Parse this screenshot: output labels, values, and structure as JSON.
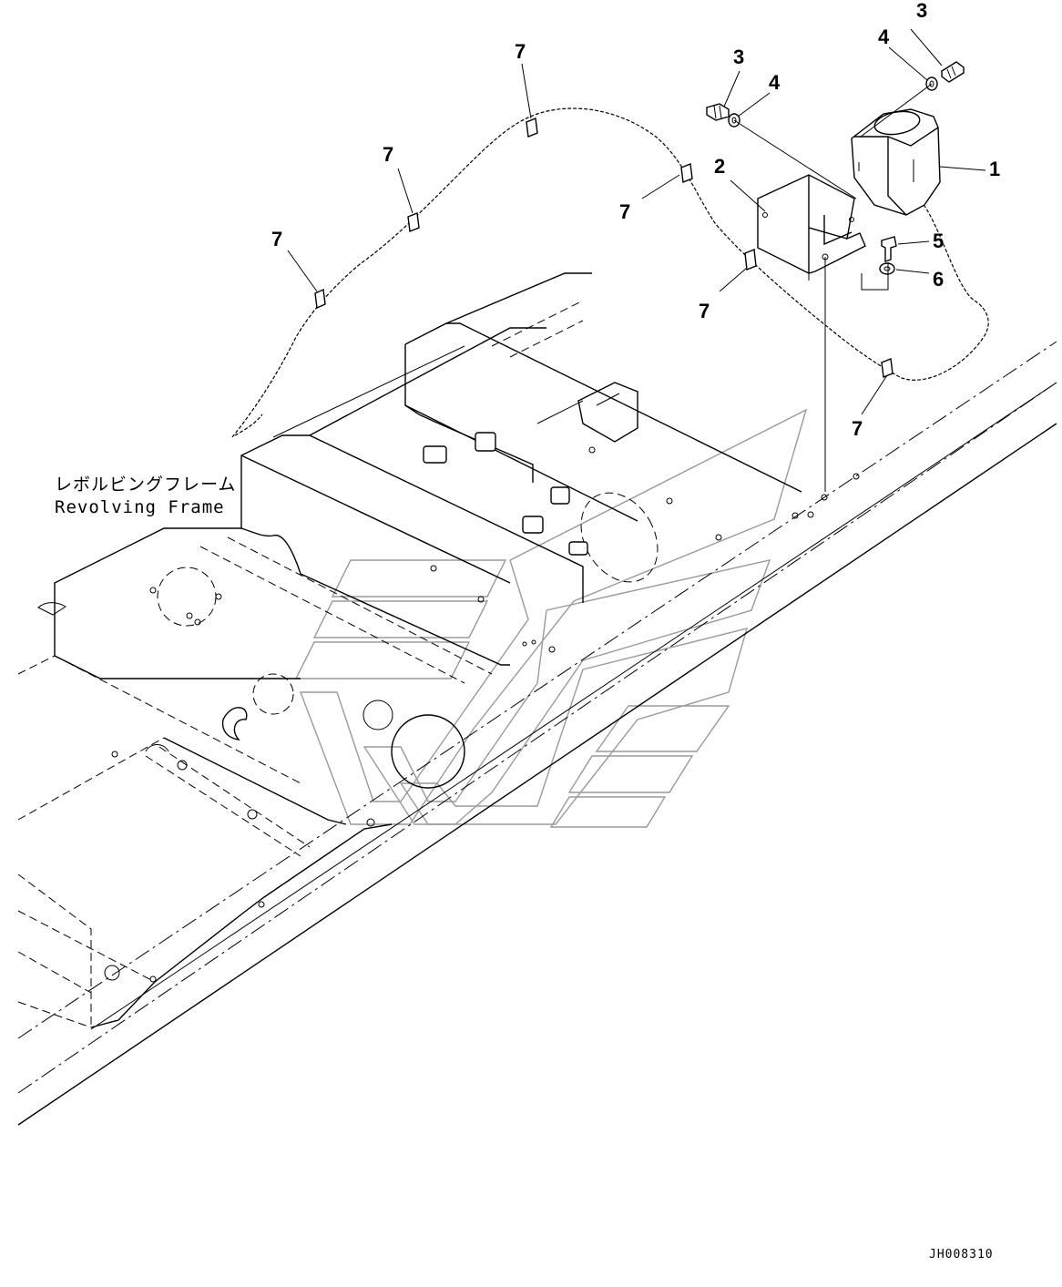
{
  "frame_label": {
    "japanese": "レボルビングフレーム",
    "english": "Revolving Frame"
  },
  "callouts": [
    "1",
    "2",
    "3",
    "3",
    "4",
    "4",
    "5",
    "6",
    "7",
    "7",
    "7",
    "7",
    "7",
    "7"
  ],
  "drawing_code": "JH008310"
}
